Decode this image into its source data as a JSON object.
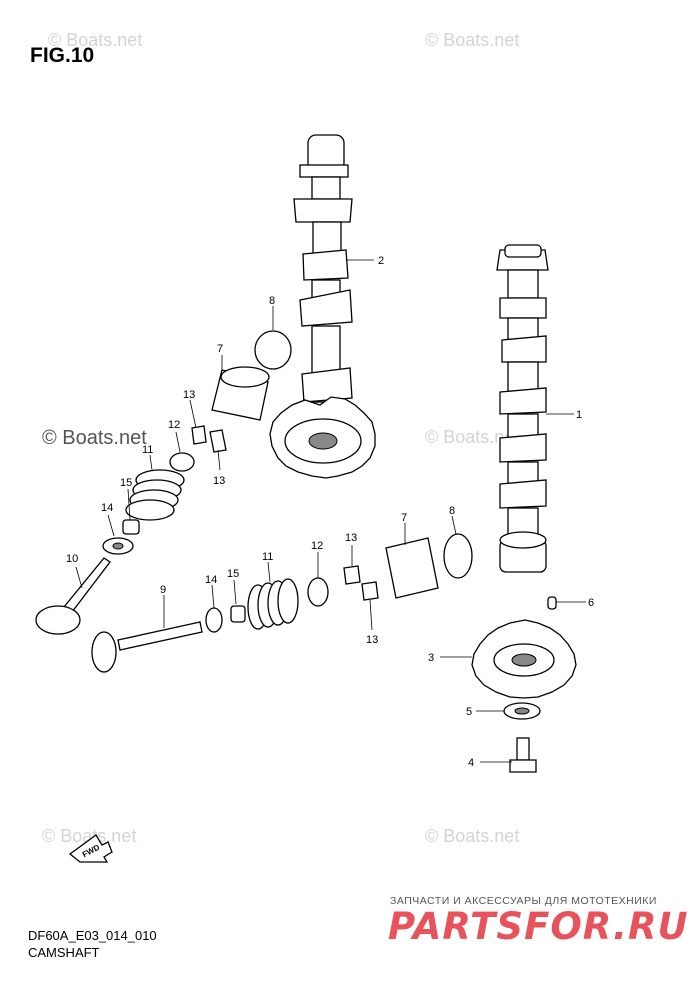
{
  "figure": {
    "title": "FIG.10",
    "code": "DF60A_E03_014_010",
    "subtitle": "CAMSHAFT"
  },
  "watermarks": {
    "primary": "© Boats.net",
    "items": [
      "© Boats.net",
      "© Boats.net",
      "© Boats.net",
      "© Boats.net",
      "© Boats.net",
      "© Boats.net"
    ]
  },
  "shop": {
    "caption": "ЗАПЧАСТИ И АКСЕССУАРЫ ДЛЯ МОТОТЕХНИКИ",
    "logo": "PARTSFOR.RU"
  },
  "direction_tag": "FWD",
  "callouts": [
    "1",
    "2",
    "3",
    "4",
    "5",
    "6",
    "7",
    "7",
    "8",
    "8",
    "9",
    "10",
    "11",
    "11",
    "12",
    "12",
    "13",
    "13",
    "13",
    "13",
    "14",
    "14",
    "15",
    "15"
  ]
}
